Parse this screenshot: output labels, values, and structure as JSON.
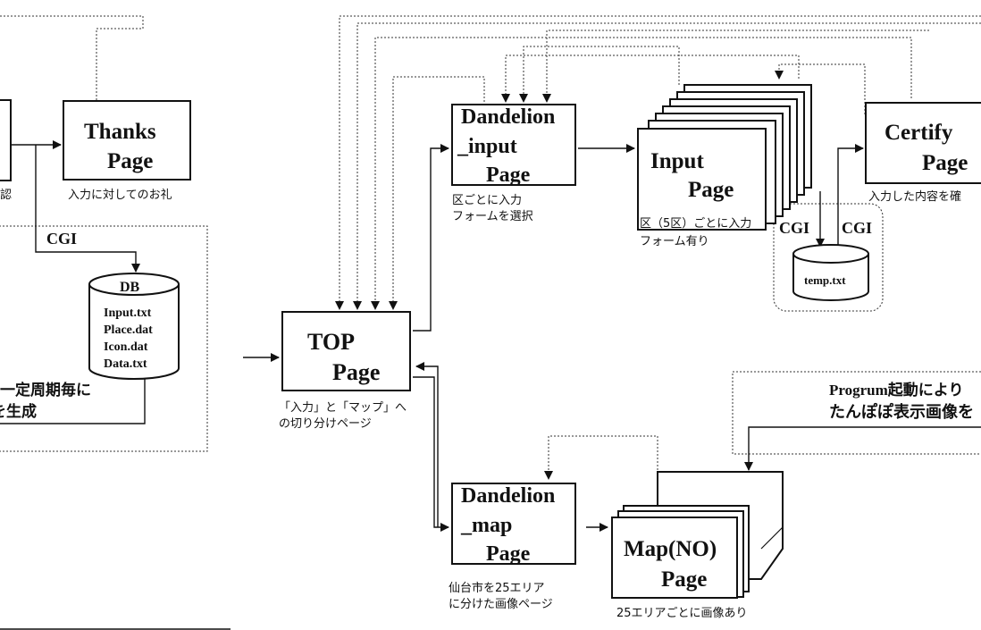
{
  "thanks": {
    "line1": "Thanks",
    "line2": "Page",
    "caption": "入力に対してのお礼"
  },
  "left_partial": {
    "confirm_caption": "認",
    "note_line1": "一定周期毎に",
    "note_line2": "を生成"
  },
  "cgi_left": "CGI",
  "db": {
    "title": "DB",
    "files": [
      "Input.txt",
      "Place.dat",
      "Icon.dat",
      "Data.txt"
    ]
  },
  "top": {
    "line1": "TOP",
    "line2": "Page",
    "caption_line1": "「入力」と「マップ」へ",
    "caption_line2": "の切り分けページ"
  },
  "dandelion_input": {
    "line1": "Dandelion",
    "line2": "_input",
    "line3": "Page",
    "caption_line1": "区ごとに入力",
    "caption_line2": "フォームを選択"
  },
  "input_page": {
    "line1": "Input",
    "line2": "Page",
    "caption_line1": "区（5区）ごとに入力",
    "caption_line2": "フォーム有り"
  },
  "cgi_right": [
    "CGI",
    "CGI"
  ],
  "temp_db": {
    "label": "temp.txt"
  },
  "certify": {
    "line1": "Certify",
    "line2": "Page",
    "caption": "入力した内容を確"
  },
  "dandelion_map": {
    "line1": "Dandelion",
    "line2": "_map",
    "line3": "Page",
    "caption_line1": "仙台市を25エリア",
    "caption_line2": "に分けた画像ページ"
  },
  "map_page": {
    "line1": "Map(NO)",
    "line2": "Page",
    "caption": "25エリアごとに画像あり"
  },
  "program_note": {
    "line1": "Progrum起動により",
    "line2": "たんぽぽ表示画像を"
  }
}
